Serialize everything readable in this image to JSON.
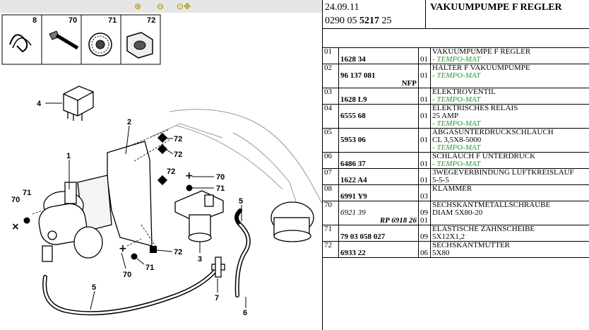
{
  "toolbar": {
    "zoom_in_icon": "zoom-in-icon",
    "zoom_out_icon": "zoom-out-icon",
    "zoom_fit_icon": "zoom-move-icon"
  },
  "diagram": {
    "hardware_labels": [
      "8",
      "70",
      "71",
      "72"
    ],
    "callouts": [
      "1",
      "2",
      "3",
      "4",
      "5",
      "5",
      "6",
      "7",
      "70",
      "70",
      "70",
      "71",
      "71",
      "71",
      "72",
      "72",
      "72",
      "72"
    ]
  },
  "header": {
    "date": "24.09.11",
    "ref_prefix": "0290 05 ",
    "ref_bold": "5217",
    "ref_suffix": " 25",
    "title": "VAKUUMPUMPE F REGLER"
  },
  "parts": [
    {
      "pos": "01",
      "ref": "1628 34",
      "note": "",
      "qty": [
        "",
        "01"
      ],
      "desc": [
        "VAKUUMPUMPE F REGLER",
        "- TEMPO-MAT"
      ]
    },
    {
      "pos": "02",
      "ref": "96 137 081",
      "note": "NFP",
      "qty": [
        "",
        "01"
      ],
      "desc": [
        "HALTER F VAKUUMPUMPE",
        "- TEMPO-MAT"
      ]
    },
    {
      "pos": "03",
      "ref": "1628 L9",
      "note": "",
      "qty": [
        "",
        "01"
      ],
      "desc": [
        "ELEKTROVENTIL",
        "- TEMPO-MAT"
      ]
    },
    {
      "pos": "04",
      "ref": "6555 68",
      "note": "",
      "qty": [
        "",
        "01"
      ],
      "desc": [
        "ELEKTRISCHES RELAIS",
        "25 AMP",
        "- TEMPO-MAT"
      ]
    },
    {
      "pos": "05",
      "ref": "5953 06",
      "note": "",
      "qty": [
        "",
        "01"
      ],
      "desc": [
        "ABGASUNTERDRUCKSCHLAUCH",
        "CL 3,5X8-5000",
        "- TEMPO-MAT"
      ]
    },
    {
      "pos": "06",
      "ref": "6486 37",
      "note": "",
      "qty": [
        "",
        "01"
      ],
      "desc": [
        "SCHLAUCH F UNTERDRUCK",
        "- TEMPO-MAT"
      ]
    },
    {
      "pos": "07",
      "ref": "1622 A4",
      "note": "",
      "qty": [
        "",
        "01"
      ],
      "desc": [
        "3WEGEVERBINDUNG LUFTKREISLAUF",
        "5-5-5"
      ]
    },
    {
      "pos": "08",
      "ref": "6991 Y9",
      "note": "",
      "qty": [
        "",
        "03"
      ],
      "desc": [
        "KLAMMER",
        ""
      ]
    },
    {
      "pos": "70",
      "ref": "6921 39",
      "note": "RP 6918 26",
      "qty": [
        "",
        "09",
        "01"
      ],
      "desc": [
        "SECHSKANTMETALLSCHRAUBE",
        "DIAM 5X80-20"
      ]
    },
    {
      "pos": "71",
      "ref": "79 03 058 027",
      "note": "",
      "qty": [
        "",
        "09"
      ],
      "desc": [
        "ELASTISCHE ZAHNSCHEIBE",
        "5X12X1,2"
      ]
    },
    {
      "pos": "72",
      "ref": "6933 22",
      "note": "",
      "qty": [
        "",
        "06"
      ],
      "desc": [
        "SECHSKANTMUTTER",
        "5X80"
      ]
    }
  ]
}
